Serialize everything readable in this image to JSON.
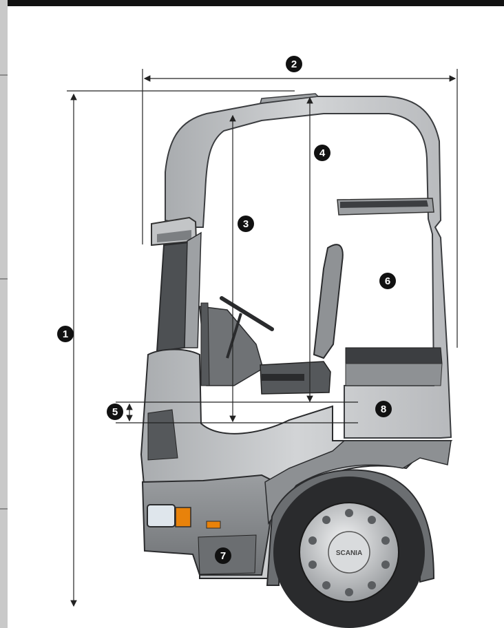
{
  "callouts": [
    {
      "id": "height-overall",
      "label": "1"
    },
    {
      "id": "cab-length",
      "label": "2"
    },
    {
      "id": "interior-height-front",
      "label": "3"
    },
    {
      "id": "interior-height-rear",
      "label": "4"
    },
    {
      "id": "engine-tunnel-height",
      "label": "5"
    },
    {
      "id": "rear-wall-area",
      "label": "6"
    },
    {
      "id": "step-area",
      "label": "7"
    },
    {
      "id": "floor-area",
      "label": "8"
    }
  ],
  "wheel": {
    "hub_text": "SCANIA"
  },
  "colors": {
    "cab_body": "#bfc1c3",
    "cab_outline": "#3a3c3f",
    "lower_body": "#7a7d80",
    "tyre": "#2a2b2d",
    "callout_fill": "#111111",
    "indicator": "#e8820a"
  }
}
